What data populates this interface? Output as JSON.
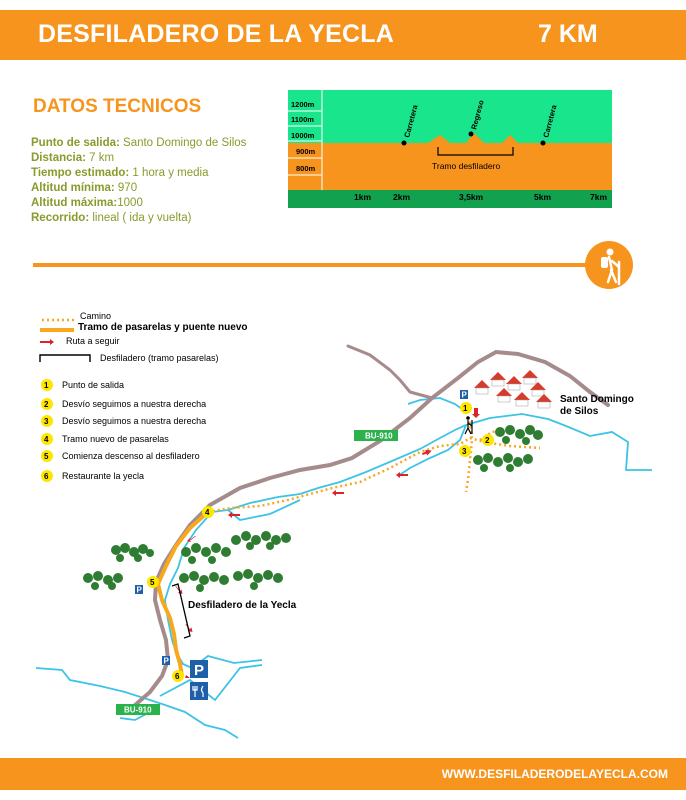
{
  "header": {
    "title": "DESFILADERO DE LA YECLA",
    "distance": "7 KM"
  },
  "technical": {
    "title": "DATOS TECNICOS",
    "rows": [
      {
        "label": "Punto de salida:",
        "value": " Santo Domingo de Silos"
      },
      {
        "label": "Distancia:",
        "value": "  7 km"
      },
      {
        "label": "Tiempo estimado:",
        "value": " 1 hora y media"
      },
      {
        "label": "Altitud mínima:",
        "value": " 970"
      },
      {
        "label": "Altitud máxima:",
        "value": "1000"
      },
      {
        "label": "Recorrido:",
        "value": " lineal ( ida y vuelta)"
      }
    ]
  },
  "profile": {
    "altitudes": [
      "1200m",
      "1100m",
      "1000m",
      "900m",
      "800m"
    ],
    "markers": [
      "Carretera",
      "Regreso",
      "Carretera"
    ],
    "section_label": "Tramo desfiladero",
    "distances": [
      "1km",
      "2km",
      "3,5km",
      "5km",
      "7km"
    ],
    "colors": {
      "sky": "#19e68c",
      "ground": "#f7941d",
      "band": "#12a14f"
    }
  },
  "legend": {
    "items": [
      {
        "symbol": "dotted-orange-line",
        "label": "Camino"
      },
      {
        "symbol": "solid-orange-line",
        "label": "Tramo de pasarelas y puente nuevo"
      },
      {
        "symbol": "red-arrow",
        "label": "Ruta a seguir"
      },
      {
        "symbol": "bracket",
        "label": "Desfiladero (tramo pasarelas)"
      }
    ],
    "points": [
      {
        "num": "1",
        "label": "Punto de salida"
      },
      {
        "num": "2",
        "label": "Desvío seguimos a nuestra derecha"
      },
      {
        "num": "3",
        "label": "Desvío seguimos a nuestra derecha"
      },
      {
        "num": "4",
        "label": "Tramo nuevo de pasarelas"
      },
      {
        "num": "5",
        "label": "Comienza descenso al desfiladero"
      },
      {
        "num": "6",
        "label": "Restaurante la yecla"
      }
    ]
  },
  "map": {
    "town": [
      "Santo Domingo",
      "de Silos"
    ],
    "gorge": "Desfiladero de la Yecla",
    "road_labels": [
      "BU-910",
      "BU-910"
    ],
    "parking": "P",
    "colors": {
      "river": "#3cc3e6",
      "road": "#a58b8b",
      "trail": "#f7a81d",
      "arrow": "#e0202a",
      "tree": "#2e7d32",
      "badge": "#ffe600",
      "road_tag": "#2bb24c"
    }
  },
  "footer": {
    "url": "WWW.DESFILADERODELAYECLA.COM"
  }
}
